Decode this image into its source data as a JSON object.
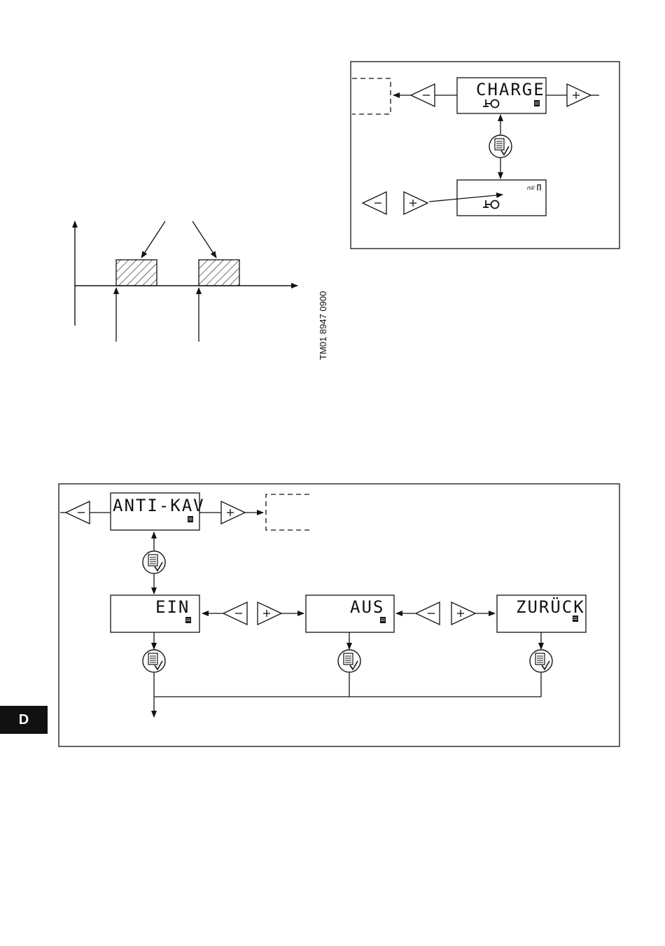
{
  "timing_diagram": {
    "figure_code": "TM01 8947 0900"
  },
  "charge_menu": {
    "display_top": "CHARGE",
    "display_bottom_unit": "ml/"
  },
  "antikav_menu": {
    "display_main": "ANTI-KAV",
    "options": [
      "EIN",
      "AUS",
      "ZURÜCK"
    ]
  },
  "icons": {
    "menu": "menu-confirm-icon",
    "minus": "minus-key-icon",
    "plus": "plus-key-icon"
  },
  "language_tab": "D"
}
